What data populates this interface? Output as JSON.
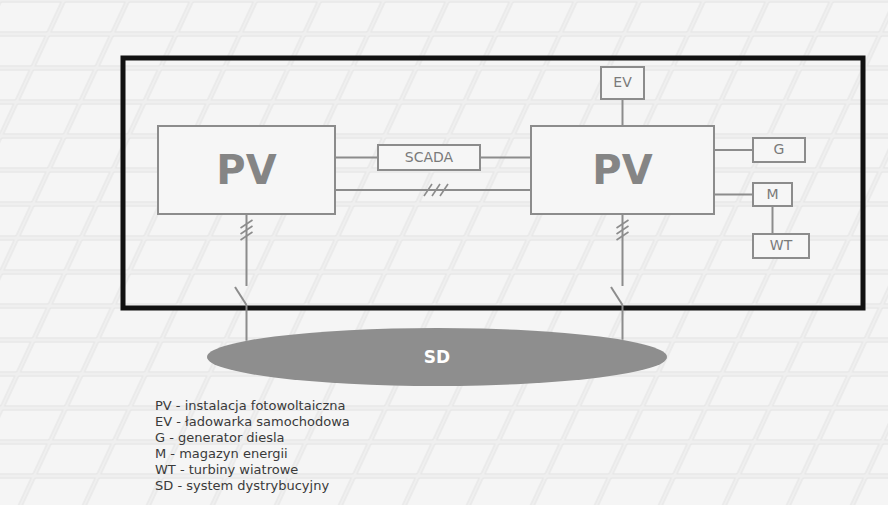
{
  "diagram": {
    "nodes": [
      {
        "text": [
          "PV"
        ]
      },
      {
        "text": [
          "SCADA"
        ]
      },
      {
        "text": [
          "PV"
        ]
      },
      {
        "text": [
          "EV"
        ]
      },
      {
        "text": [
          "G"
        ]
      },
      {
        "text": [
          "M"
        ]
      },
      {
        "text": [
          "WT"
        ]
      },
      {
        "text": [
          "SD"
        ]
      }
    ],
    "edges": [
      {
        "from": 0,
        "to": 1,
        "arrow": "none"
      },
      {
        "from": 1,
        "to": 2,
        "arrow": "none"
      },
      {
        "from": 0,
        "to": 2,
        "arrow": "none"
      },
      {
        "from": 2,
        "to": 3,
        "arrow": "none"
      },
      {
        "from": 2,
        "to": 4,
        "arrow": "none"
      },
      {
        "from": 2,
        "to": 5,
        "arrow": "none"
      },
      {
        "from": 5,
        "to": 6,
        "arrow": "none"
      },
      {
        "from": 0,
        "to": 7,
        "arrow": "none"
      },
      {
        "from": 2,
        "to": 7,
        "arrow": "none"
      }
    ],
    "labels": [
      "PV - instalacja fotowoltaiczna",
      "EV - ładowarka samochodowa",
      "G - generator diesla",
      "M - magazyn energii",
      "WT - turbiny wiatrowe",
      "SD - system dystrybucyjny"
    ]
  }
}
